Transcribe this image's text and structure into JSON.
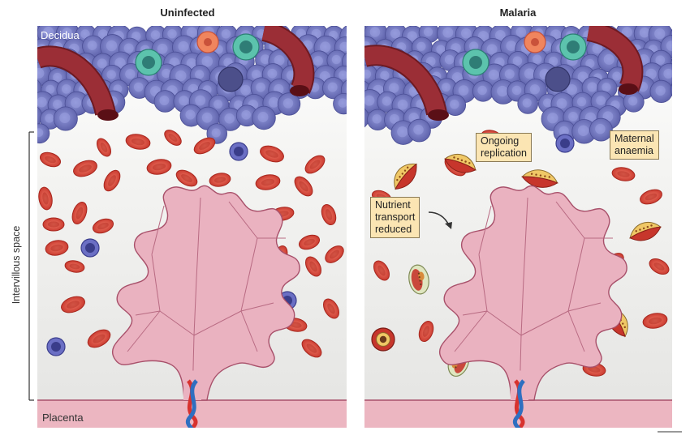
{
  "panels": [
    {
      "title": "Uninfected"
    },
    {
      "title": "Malaria"
    }
  ],
  "labels": {
    "decidua": "Decidua",
    "placenta": "Placenta",
    "intervillous_space": "Intervillous space"
  },
  "callouts": {
    "ongoing_replication": [
      "Ongoing",
      "replication"
    ],
    "maternal_anaemia": [
      "Maternal",
      "anaemia"
    ],
    "nutrient_transport": [
      "Nutrient",
      "transport",
      "reduced"
    ]
  },
  "colors": {
    "decidua_cell": "#7b80c8",
    "rbc": "#d6453a",
    "villus": "#eab2c0",
    "placenta": "#ecb6c1",
    "callout_bg": "#fbe5b3"
  }
}
